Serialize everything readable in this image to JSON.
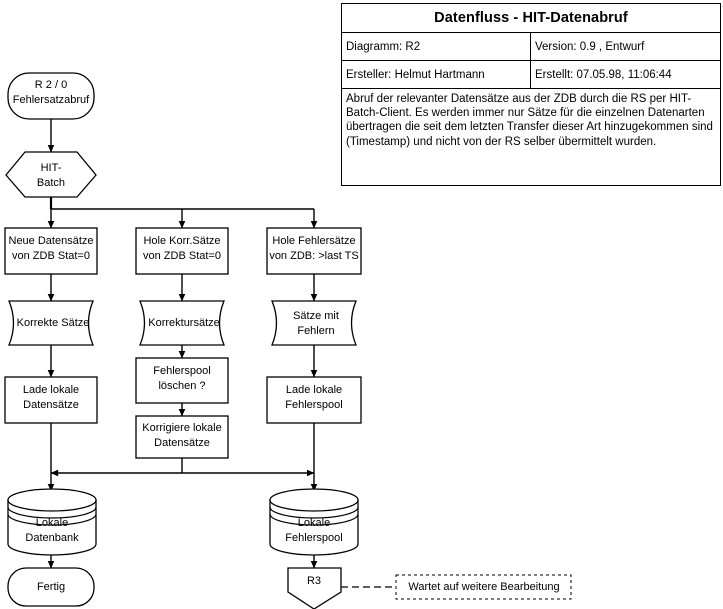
{
  "title_block": {
    "title": "Datenfluss - HIT-Datenabruf",
    "diagram_label": "Diagramm: R2",
    "version_label": "Version: 0.9 , Entwurf",
    "author_label": "Ersteller: Helmut Hartmann",
    "created_label": "Erstellt:  07.05.98, 11:06:44",
    "description": "Abruf der relevanter Datensätze aus der ZDB durch die RS per HIT-Batch-Client. Es werden immer nur Sätze für die einzelnen Datenarten übertragen die seit dem letzten Transfer dieser Art hinzugekommen sind (Timestamp) und nicht von der RS selber übermittelt wurden."
  },
  "flowchart": {
    "start": {
      "line1": "R 2 / 0",
      "line2": "Fehlersatzabruf"
    },
    "batch": {
      "line1": "HIT-",
      "line2": "Batch"
    },
    "process_new": {
      "line1": "Neue Datensätze",
      "line2": "von ZDB Stat=0"
    },
    "process_corr": {
      "line1": "Hole Korr.Sätze",
      "line2": "von ZDB Stat=0"
    },
    "process_err": {
      "line1": "Hole Fehlersätze",
      "line2": "von ZDB: >last TS"
    },
    "data_correct": {
      "line1": "Korrekte Sätze",
      "line2": ""
    },
    "data_corrections": {
      "line1": "Korrektursätze",
      "line2": ""
    },
    "data_errors": {
      "line1": "Sätze mit",
      "line2": "Fehlern"
    },
    "load_local_records": {
      "line1": "Lade lokale",
      "line2": "Datensätze"
    },
    "delete_errorspool": {
      "line1": "Fehlerspool",
      "line2": "löschen ?"
    },
    "correct_local_records": {
      "line1": "Korrigiere lokale",
      "line2": "Datensätze"
    },
    "load_local_errorspool": {
      "line1": "Lade lokale",
      "line2": "Fehlerspool"
    },
    "db_local": {
      "line1": "Lokale",
      "line2": "Datenbank"
    },
    "db_errorspool": {
      "line1": "Lokale",
      "line2": "Fehlerspool"
    },
    "end_done": {
      "line1": "Fertig"
    },
    "connector_r3": {
      "line1": "R3"
    },
    "note_wait": {
      "line1": "Wartet auf weitere Bearbeitung"
    }
  },
  "colors": {
    "stroke": "#000000",
    "fill": "#ffffff",
    "background": "#ffffff"
  }
}
